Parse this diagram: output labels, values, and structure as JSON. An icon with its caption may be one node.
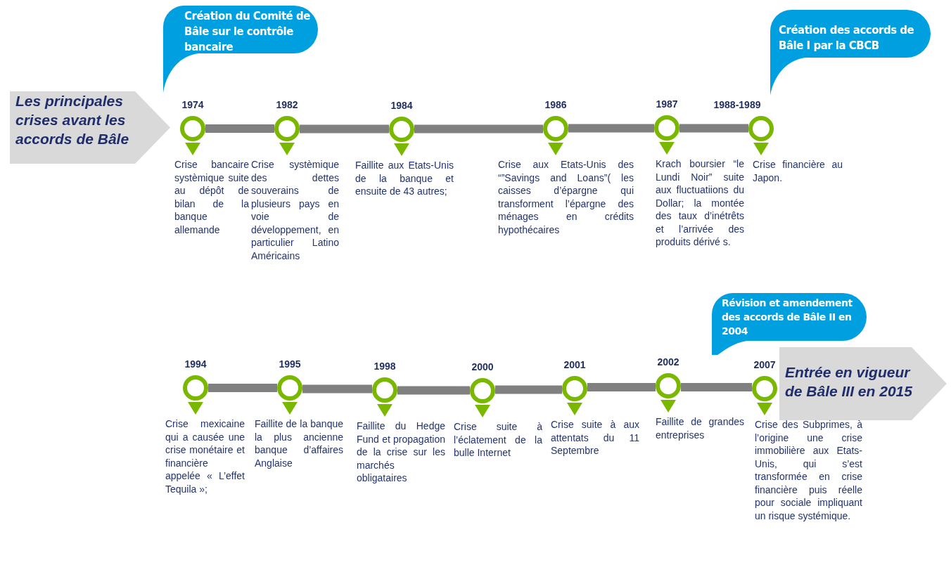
{
  "diagram": {
    "nodes": [
      {
        "text": [
          "Création du Comité de Bâle sur le contrôle bancaire"
        ]
      },
      {
        "text": [
          "Création des accords de Bâle I par la CBCB"
        ]
      },
      {
        "text": [
          "Les principales crises avant les accords de Bâle"
        ]
      },
      {
        "text": [],
        "shape": "circle",
        "beside": [
          "1974",
          "Crise bancaire systèmique suite au dépôt de bilan de la banque allemande"
        ]
      },
      {
        "text": [],
        "shape": "circle",
        "beside": [
          "1982",
          "Crise systèmique des dettes souverains de plusieurs pays en voie de développement, en particulier Latino Américains"
        ]
      },
      {
        "text": [],
        "shape": "circle",
        "beside": [
          "1984",
          "Faillite aux Etats-Unis de la banque et ensuite de 43 autres;"
        ]
      },
      {
        "text": [],
        "shape": "circle",
        "beside": [
          "1986",
          "Crise aux Etats-Unis des “”Savings and Loans”( les caisses d’épargne qui transforment l’épargne des ménages en crédits hypothécaires"
        ]
      },
      {
        "text": [],
        "shape": "circle",
        "beside": [
          "1987",
          "Krach boursier “le Lundi Noir” suite aux fluctuatiions du Dollar; la montée des taux d’inétrêts et l’arrivée des produits dérivé s."
        ]
      },
      {
        "text": [],
        "shape": "circle",
        "beside": [
          "1988-1989",
          "Crise financière au Japon."
        ]
      },
      {
        "text": [
          "Révision et amendement des accords de Bâle II en 2004"
        ]
      },
      {
        "text": [],
        "shape": "circle",
        "beside": [
          "1994",
          "Crise mexicaine qui a causée une crise monétaire et financière appelée « L’effet Tequila »;"
        ]
      },
      {
        "text": [],
        "shape": "circle",
        "beside": [
          "1995",
          "Faillite de la banque la plus ancienne banque d’affaires Anglaise"
        ]
      },
      {
        "text": [],
        "shape": "circle",
        "beside": [
          "1998",
          "Faillite du Hedge Fund et propagation de la crise sur les marchés obligataires"
        ]
      },
      {
        "text": [],
        "shape": "circle",
        "beside": [
          "2000",
          "Crise suite à l’éclatement de la bulle Internet"
        ]
      },
      {
        "text": [],
        "shape": "circle",
        "beside": [
          "2001",
          "Crise suite à aux attentats du 11 Septembre"
        ]
      },
      {
        "text": [],
        "shape": "circle",
        "beside": [
          "2002",
          "Faillite de grandes entreprises"
        ]
      },
      {
        "text": [],
        "shape": "circle",
        "beside": [
          "2007",
          "Crise des Subprimes, à l’origine une crise immobilière aux Etats-Unis, qui s’est transformée en crise financière puis réelle pour sociale impliquant un risque systémique."
        ]
      },
      {
        "text": [
          "Entrée en vigueur de Bâle III en 2015"
        ]
      }
    ],
    "edges": [
      {
        "from": 3,
        "to": 4,
        "arrow": "none"
      },
      {
        "from": 4,
        "to": 5,
        "arrow": "none"
      },
      {
        "from": 5,
        "to": 6,
        "arrow": "none"
      },
      {
        "from": 6,
        "to": 7,
        "arrow": "none"
      },
      {
        "from": 7,
        "to": 8,
        "arrow": "none"
      },
      {
        "from": 10,
        "to": 11,
        "arrow": "none"
      },
      {
        "from": 11,
        "to": 12,
        "arrow": "none"
      },
      {
        "from": 12,
        "to": 13,
        "arrow": "none"
      },
      {
        "from": 13,
        "to": 14,
        "arrow": "none"
      },
      {
        "from": 14,
        "to": 15,
        "arrow": "none"
      },
      {
        "from": 15,
        "to": 16,
        "arrow": "none"
      }
    ]
  }
}
